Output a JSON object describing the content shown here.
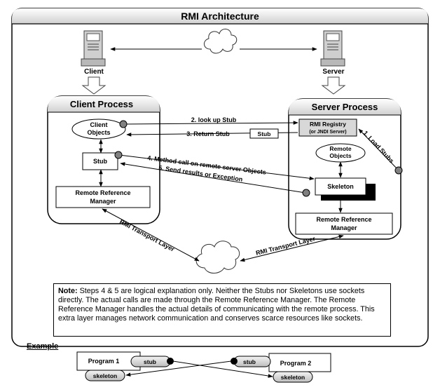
{
  "title": "RMI Architecture",
  "client_label": "Client",
  "server_label": "Server",
  "client_process": {
    "title": "Client Process",
    "client_objects_1": "Client",
    "client_objects_2": "Objects",
    "stub": "Stub",
    "rrm_1": "Remote Reference",
    "rrm_2": "Manager"
  },
  "server_process": {
    "title": "Server Process",
    "registry_1": "RMI Registry",
    "registry_2": "(or JNDI Server)",
    "remote_objects_1": "Remote",
    "remote_objects_2": "Objects",
    "skeleton": "Skeleton",
    "rrm_1": "Remote Reference",
    "rrm_2": "Manager"
  },
  "arrows": {
    "load_stubs": "1. Load Stubs",
    "look_up": "2. look up Stub",
    "return_stub": "3. Return Stub",
    "stub_box": "Stub",
    "method_call": "4. Method call on remote server Objects",
    "send_results": "5. Send results or Exception",
    "transport_left": "RMI Transport Layer",
    "transport_right": "RMI Transport Layer"
  },
  "note": {
    "label": "Note:",
    "text": " Steps 4 & 5  are  logical explanation only. Neither the Stubs nor Skeletons use sockets directly. The actual calls are made  through the Remote Reference Manager.  The  Remote Reference Manager handles the actual details of communicating with the remote process. This extra layer manages network communication and conserves scarce resources like sockets."
  },
  "example": {
    "title": "Example",
    "program1": "Program 1",
    "program2": "Program 2",
    "stub_left": "stub",
    "skeleton_left": "skeleton",
    "stub_right": "stub",
    "skeleton_right": "skeleton"
  }
}
